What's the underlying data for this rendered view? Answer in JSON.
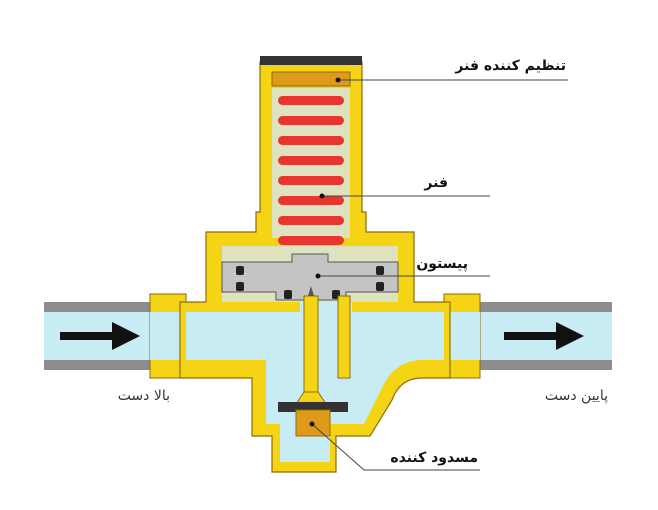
{
  "labels": {
    "spring_adjuster": "تنظیم کننده فنر",
    "spring": "فنر",
    "piston": "پیستون",
    "closer": "مسدود کننده",
    "upstream": "بالا دست",
    "downstream": "پایین دست"
  },
  "colors": {
    "brass": "#f5d416",
    "brass_outline": "#8a6d0a",
    "water": "#c8ecf4",
    "pipe": "#8c8c8c",
    "spring": "#e8362f",
    "chamber": "#dfe2bf",
    "piston": "#c4c4c4",
    "cap": "#333333",
    "adjuster": "#e09a1a",
    "arrow": "#111111"
  },
  "flow_direction": "left-to-right"
}
